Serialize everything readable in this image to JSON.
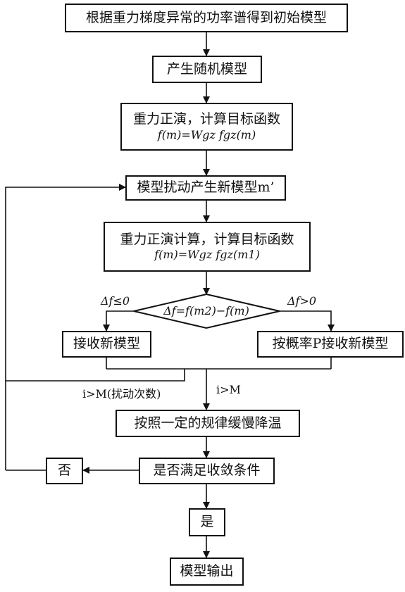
{
  "nodes": {
    "initial": "根据重力梯度异常的功率谱得到初始模型",
    "random": "产生随机模型",
    "forward1": "重力正演，计算目标函数",
    "forward1_formula": "f(m)=Wgz fgz(m)",
    "perturb": "模型扰动产生新模型m’",
    "forward2": "重力正演计算，计算目标函数",
    "forward2_formula": "f(m)=Wgz fgz(m1)",
    "decision": "Δf=f(m2)−f(m)",
    "accept": "接收新模型",
    "accept_prob": "按概率P接收新模型",
    "cool": "按照一定的规律缓慢降温",
    "converge": "是否满足收敛条件",
    "no": "否",
    "yes": "是",
    "output": "模型输出"
  },
  "labels": {
    "df_le": "Δf≤0",
    "df_gt": "Δf>0",
    "i_gt_m_loop": "i>M(扰动次数)",
    "i_gt_m": "i>M"
  }
}
